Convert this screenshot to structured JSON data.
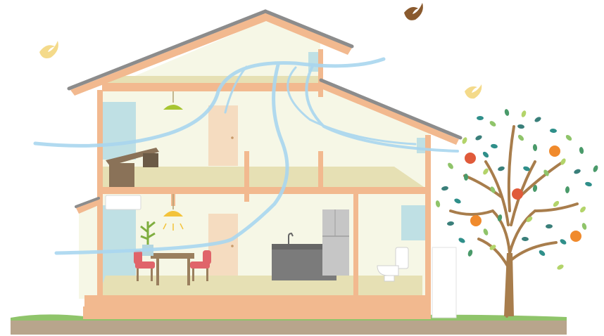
{
  "scene": {
    "type": "illustration",
    "colors": {
      "ground": "#b8a58c",
      "grass": "#8fc46a",
      "roof": "#8c8c8c",
      "wall_fill": "#f6f7e6",
      "timber": "#f2b98f",
      "floor": "#e6e0b4",
      "window": "#bfe0e4",
      "airflow": "#a9d6ef",
      "tree_trunk": "#a87d4c",
      "apple_red": "#e05a3a",
      "apple_orange": "#f08a2c",
      "bird_yellow": "#f4da8a",
      "bird_brown": "#8a5a2e"
    },
    "icons": [
      "house",
      "roof",
      "window",
      "door",
      "pendant-lamp",
      "desk",
      "dining-table",
      "chair",
      "potted-plant",
      "kitchen-counter",
      "refrigerator",
      "toilet",
      "air-conditioner",
      "apple-tree",
      "bird",
      "airflow"
    ]
  }
}
